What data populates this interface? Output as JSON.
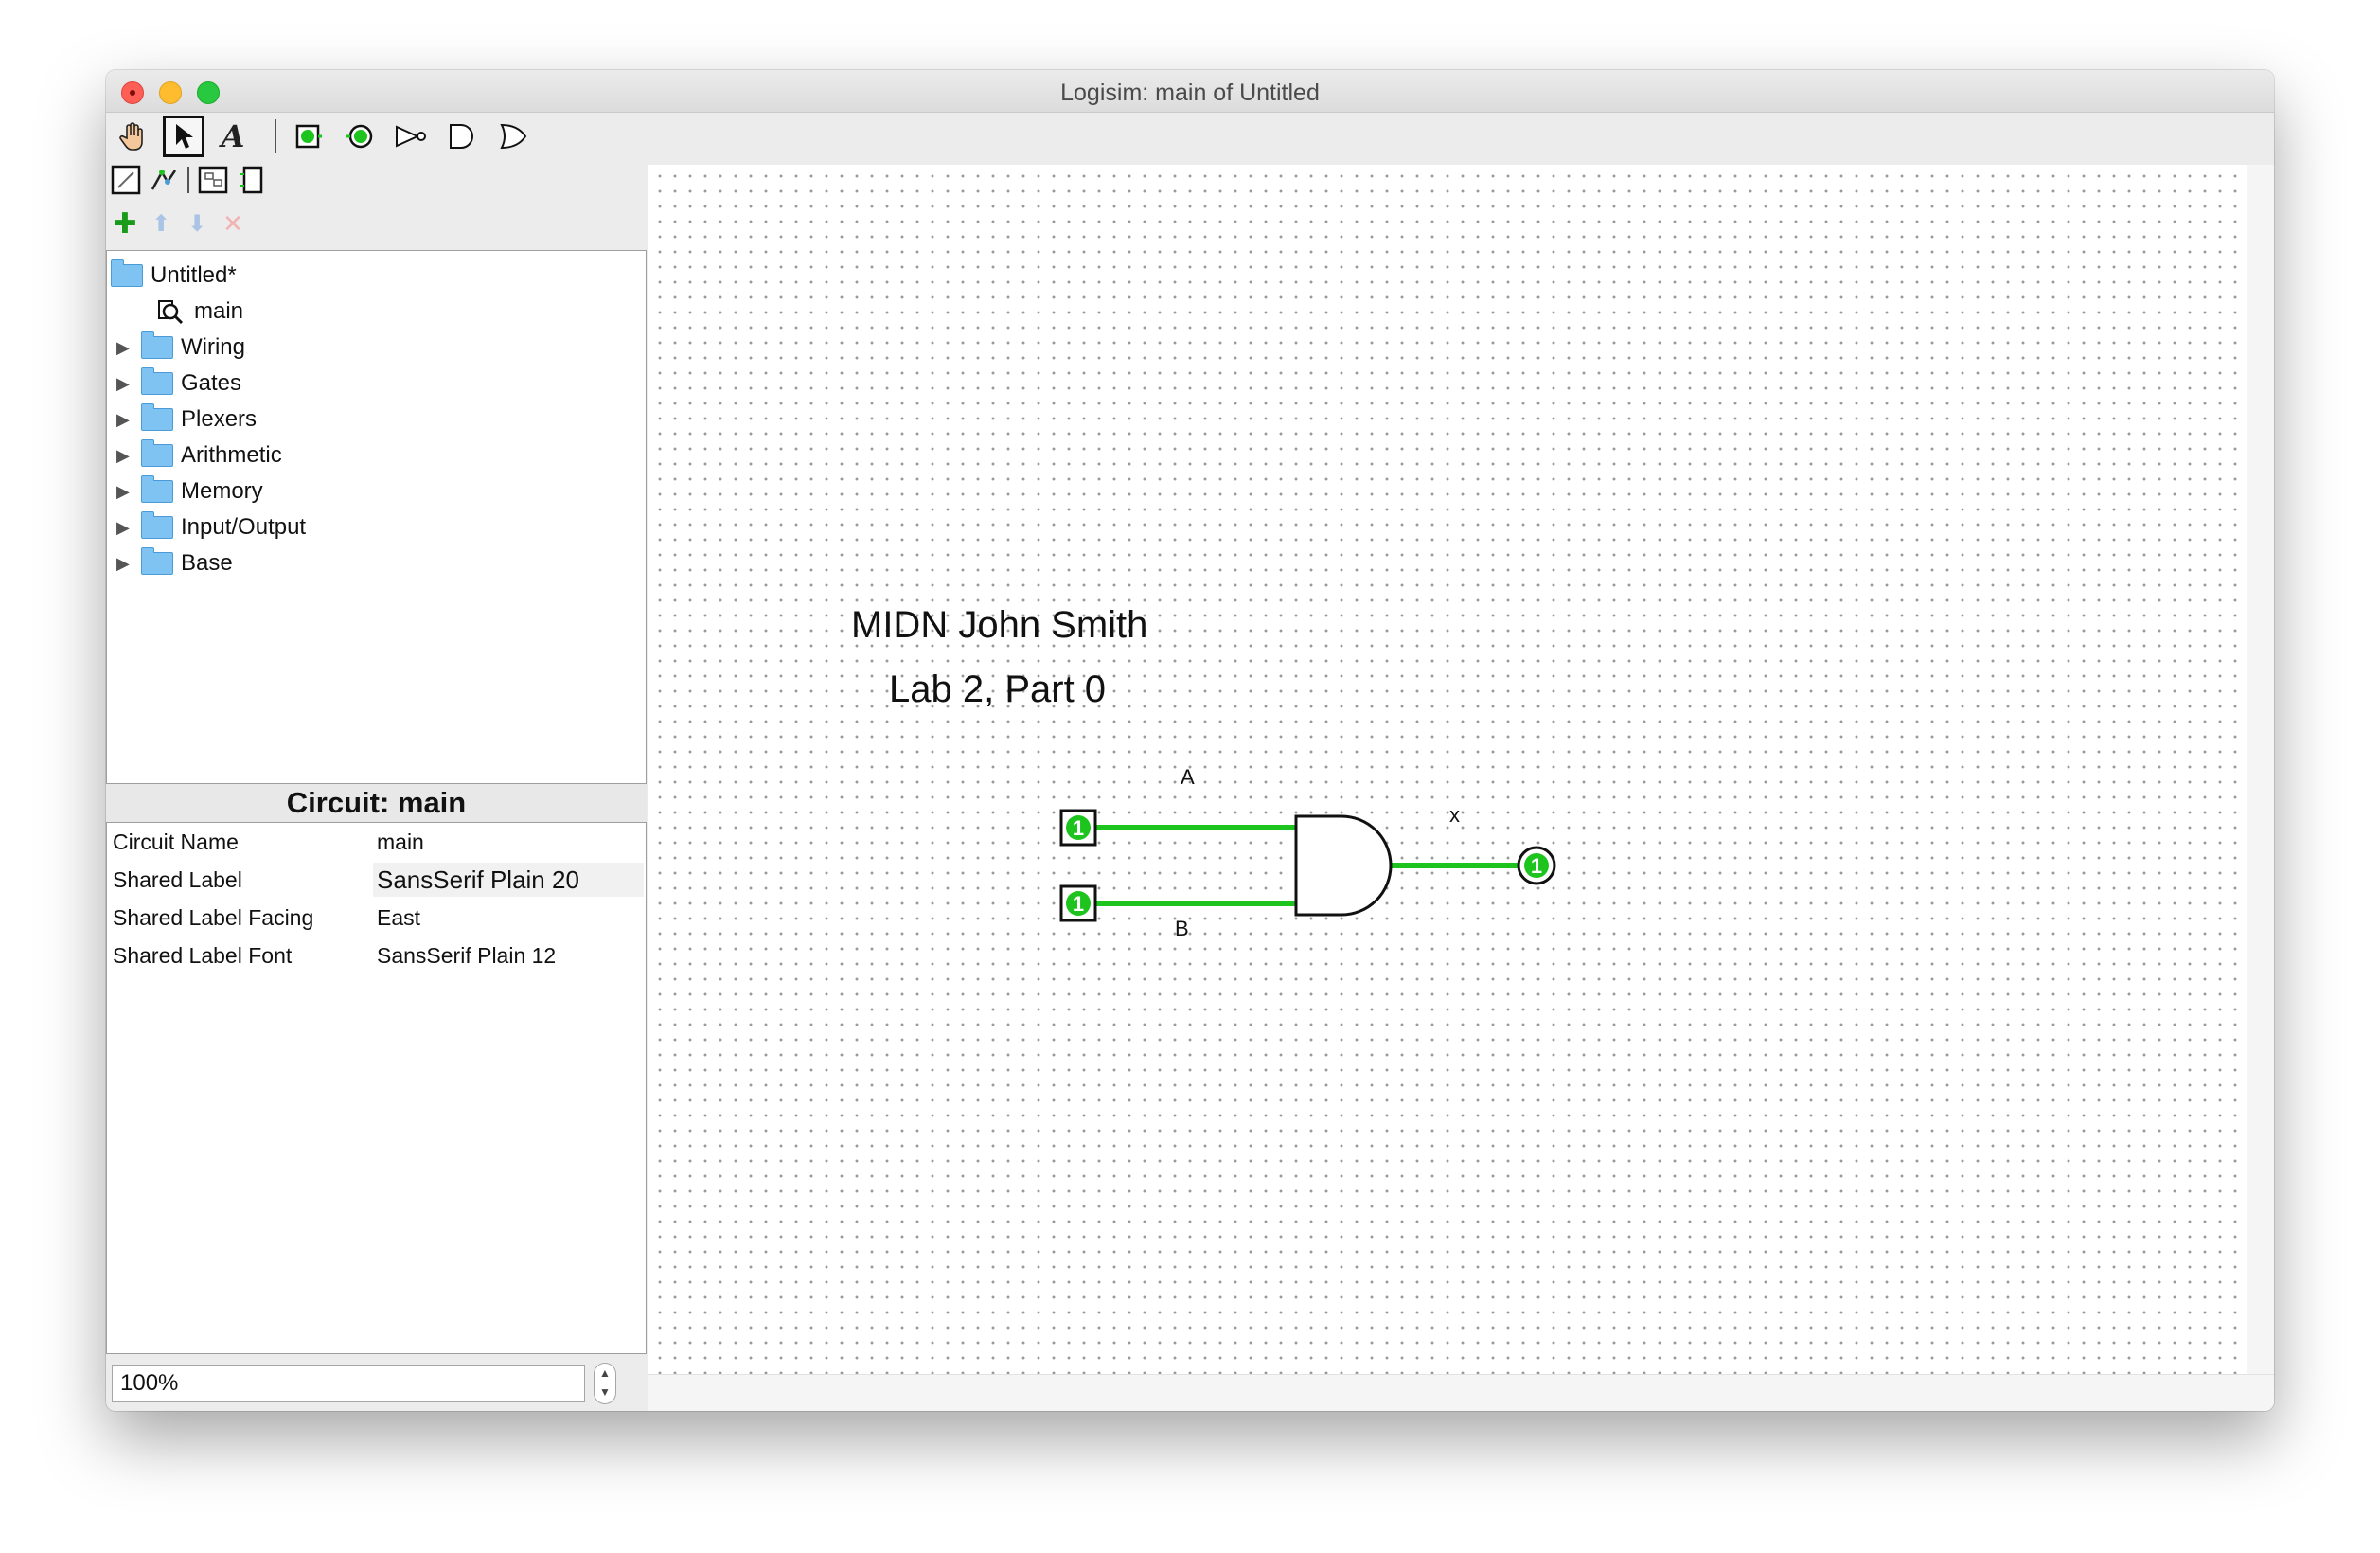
{
  "window": {
    "title": "Logisim: main of Untitled"
  },
  "toolbar": {
    "tools": [
      "poke-tool",
      "select-tool",
      "text-tool",
      "input-pin",
      "output-pin",
      "not-gate",
      "and-gate",
      "or-gate"
    ]
  },
  "explorer": {
    "project": "Untitled*",
    "circuit": "main",
    "libraries": [
      "Wiring",
      "Gates",
      "Plexers",
      "Arithmetic",
      "Memory",
      "Input/Output",
      "Base"
    ]
  },
  "attributes": {
    "header": "Circuit: main",
    "rows": [
      {
        "key": "Circuit Name",
        "value": "main"
      },
      {
        "key": "Shared Label",
        "value": "SansSerif Plain 20"
      },
      {
        "key": "Shared Label Facing",
        "value": "East"
      },
      {
        "key": "Shared Label Font",
        "value": "SansSerif Plain 12"
      }
    ]
  },
  "zoom": {
    "value": "100%"
  },
  "circuit": {
    "text_line1": "MIDN John Smith",
    "text_line2": "Lab 2, Part 0",
    "input_a_label": "A",
    "input_b_label": "B",
    "output_label": "x",
    "input_a_value": "1",
    "input_b_value": "1",
    "output_value": "1",
    "wire_color": "#1ec41e"
  }
}
